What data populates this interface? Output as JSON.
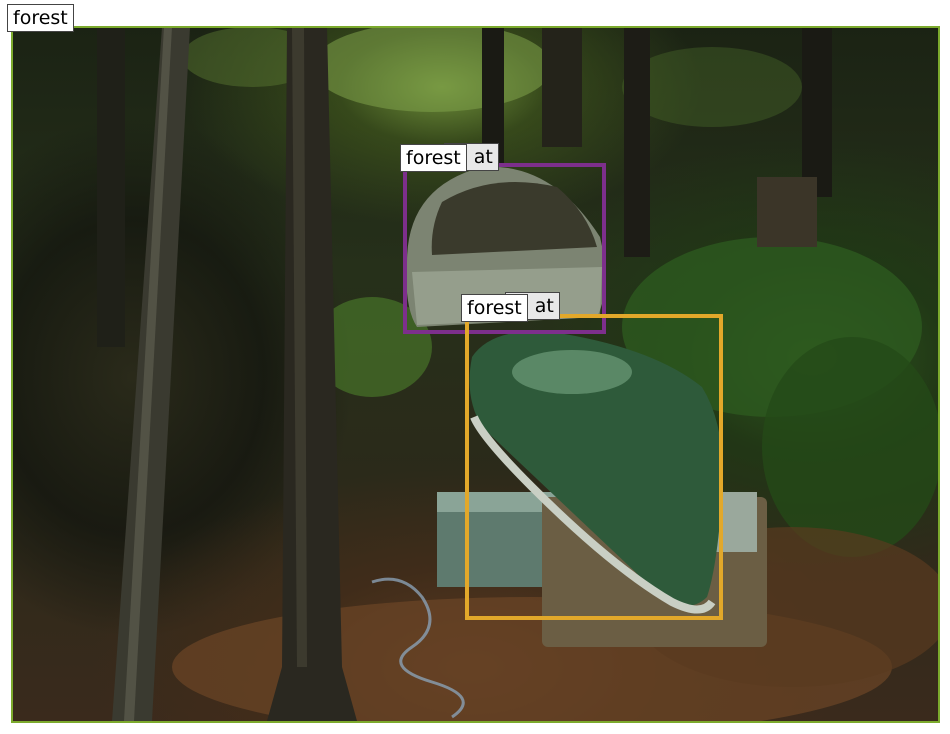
{
  "image": {
    "scene": "forest",
    "tint": "#233018",
    "colors": {
      "forest_box": "#7caa2d",
      "boat_back_box": "#7d2f8c",
      "boat_front_box": "#e2a82a",
      "hull_green": "#2f5b3a",
      "hull_gray": "#8a8f7c"
    }
  },
  "detections": [
    {
      "id": "forest-outer",
      "label": "forest",
      "color": "#7caa2d"
    },
    {
      "id": "boat-back",
      "label": "forest",
      "hidden_label": "boat",
      "visible_fragment": "at",
      "color": "#7d2f8c"
    },
    {
      "id": "boat-front",
      "label": "forest",
      "hidden_label": "boat",
      "visible_fragment": "at",
      "color": "#e2a82a"
    }
  ]
}
